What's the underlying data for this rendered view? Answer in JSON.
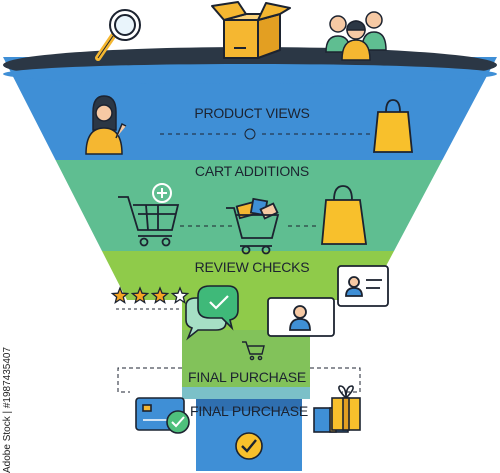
{
  "stages": [
    {
      "label": "PRODUCT VIEWS",
      "color": "#3f8fd6"
    },
    {
      "label": "CART ADDITIONS",
      "color": "#5fbe91"
    },
    {
      "label": "REVIEW CHECKS",
      "color": "#8fcb4a"
    },
    {
      "label": "FINAL PURCHASE",
      "color": "#82c25a"
    },
    {
      "label": "FINAL PURCHASE",
      "color": "#3f8fd6"
    }
  ],
  "rating": {
    "filled": 3,
    "total": 4
  },
  "colors": {
    "outline": "#1c2330",
    "funnel_rim": "#2b3745",
    "bag_yellow": "#f8c02c",
    "box_yellow": "#f5b731",
    "skin": "#f6c9a4",
    "check_green": "#4fc07c",
    "bottom_blue": "#3f8fd6"
  },
  "stock_id": "Adobe Stock | #1987435407",
  "icons": [
    "search-icon",
    "box-icon",
    "team-icon",
    "woman-icon",
    "shopping-bag-icon",
    "cart-add-icon",
    "cart-full-icon",
    "shopping-bag-icon",
    "star-rating",
    "chat-check-icon",
    "video-call-icon",
    "small-cart-icon",
    "credit-card-icon",
    "gift-icon",
    "check-icon"
  ]
}
